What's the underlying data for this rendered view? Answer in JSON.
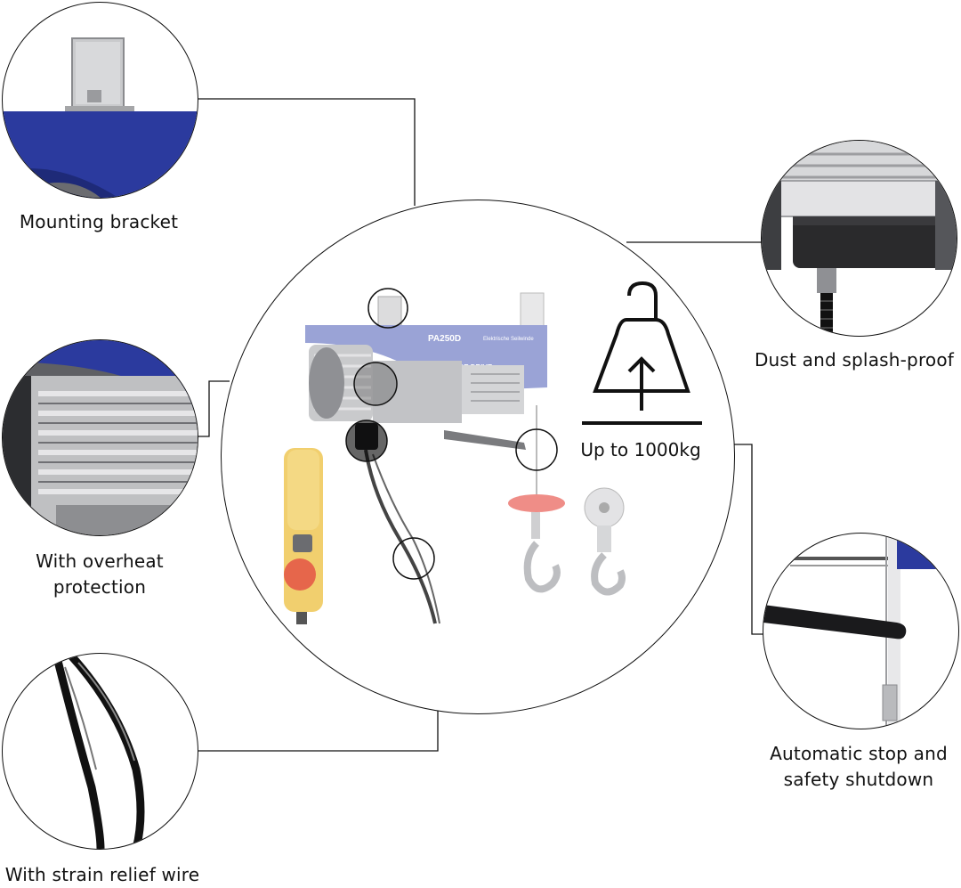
{
  "features": {
    "mounting_bracket": "Mounting bracket",
    "overheat": "With overheat\nprotection",
    "strain_relief": "With strain relief wire",
    "dust_proof": "Dust and splash-proof",
    "auto_stop": "Automatic stop and\nsafety shutdown"
  },
  "hoist": {
    "model": "PA250D",
    "subtitle": "Elektrische Seilwinde",
    "brand": "TRADE DRIVE",
    "capacity": "Up to 1000kg"
  },
  "colors": {
    "hoist_blue": "#2b3a9e",
    "hoist_blue_faded": "#9aa3d6",
    "control_yellow": "#f1cf6e",
    "stop_red": "#e34b42",
    "line": "#111111"
  }
}
